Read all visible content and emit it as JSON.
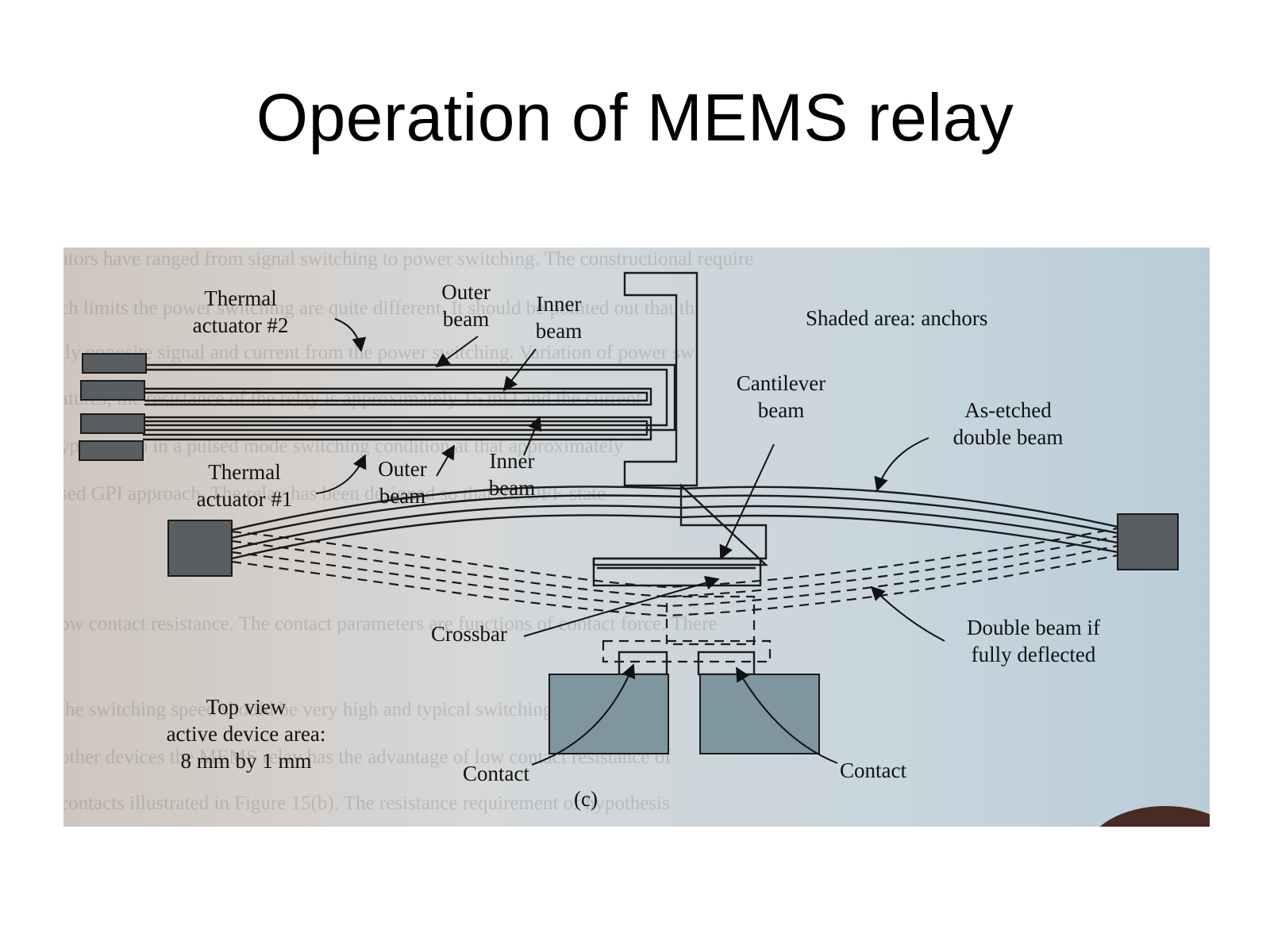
{
  "slide": {
    "title": "Operation of MEMS relay"
  },
  "figure": {
    "labels": {
      "thermal_actuator_2": [
        "Thermal",
        "actuator #2"
      ],
      "outer_beam_top": [
        "Outer",
        "beam"
      ],
      "inner_beam_top": [
        "Inner",
        "beam"
      ],
      "shaded_area": "Shaded area: anchors",
      "cantilever_beam": [
        "Cantilever",
        "beam"
      ],
      "as_etched": [
        "As-etched",
        "double beam"
      ],
      "thermal_actuator_1": [
        "Thermal",
        "actuator #1"
      ],
      "outer_beam_bottom": [
        "Outer",
        "beam"
      ],
      "inner_beam_bottom": [
        "Inner",
        "beam"
      ],
      "crossbar": "Crossbar",
      "double_beam_deflected": [
        "Double beam if",
        "fully deflected"
      ],
      "top_view": [
        "Top view",
        "active device area:",
        "8 mm by 1 mm"
      ],
      "contact_left": "Contact",
      "contact_right": "Contact",
      "caption": "(c)"
    },
    "background_text_lines": [
      "ators have ranged from signal switching to power switching. The constructional require",
      "ch limits the power switching are quite different. It should be pointed out that th",
      "tly opposite signal and current from the power switching. Variation of power sw",
      "atures, the resistance of the relay is approximately 15 mΩ and the current",
      "ypes set up in a pulsed mode switching condition at that approximately",
      "sed GPI approach. The relay has been designed so that the OFF-state",
      "bw contact resistance. The contact parameters are functions of contact force. There",
      "the switching speed should be very high and typical switching times less tha",
      "other devices the MEMS relay has the advantage of low contact resistance of",
      "contacts illustrated in Figure 15(b). The resistance requirement of hypothesis"
    ]
  }
}
